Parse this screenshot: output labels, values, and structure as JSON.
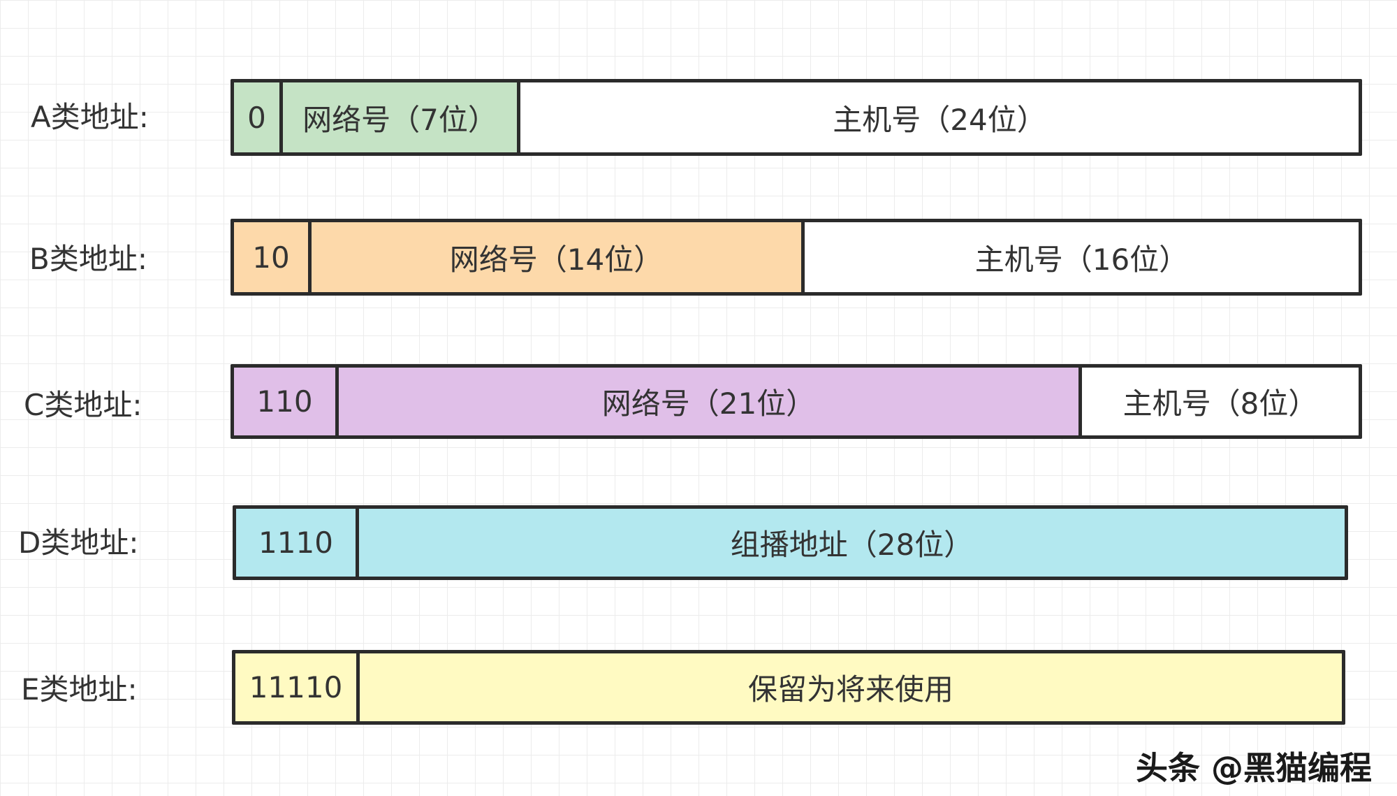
{
  "rows": [
    {
      "label": "A类地址:",
      "segments": [
        {
          "text": "0",
          "color": "#c5e3c5"
        },
        {
          "text": "网络号（7位）",
          "color": "#c5e3c5"
        },
        {
          "text": "主机号（24位）",
          "color": "#ffffff"
        }
      ]
    },
    {
      "label": "B类地址:",
      "segments": [
        {
          "text": "10",
          "color": "#fdd9aa"
        },
        {
          "text": "网络号（14位）",
          "color": "#fdd9aa"
        },
        {
          "text": "主机号（16位）",
          "color": "#ffffff"
        }
      ]
    },
    {
      "label": "C类地址:",
      "segments": [
        {
          "text": "110",
          "color": "#e0bfe8"
        },
        {
          "text": "网络号（21位）",
          "color": "#e0bfe8"
        },
        {
          "text": "主机号（8位）",
          "color": "#ffffff"
        }
      ]
    },
    {
      "label": "D类地址:",
      "segments": [
        {
          "text": "1110",
          "color": "#b3e8ef"
        },
        {
          "text": "组播地址（28位）",
          "color": "#b3e8ef"
        }
      ]
    },
    {
      "label": "E类地址:",
      "segments": [
        {
          "text": "11110",
          "color": "#fffac2"
        },
        {
          "text": "保留为将来使用",
          "color": "#fffac2"
        }
      ]
    }
  ],
  "watermark": "头条 @黑猫编程"
}
